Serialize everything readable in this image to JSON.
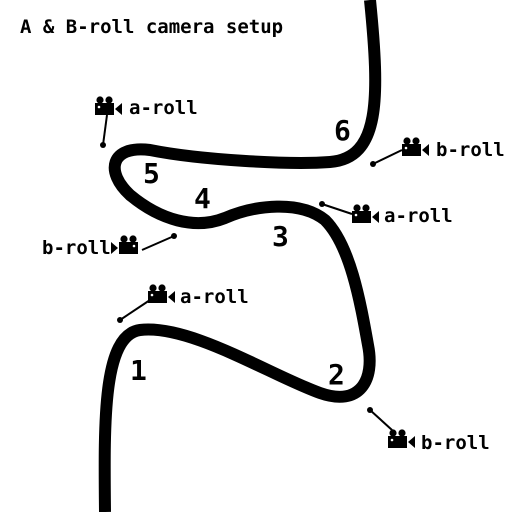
{
  "title": "A & B-roll camera setup",
  "colors": {
    "ink": "#000000",
    "paper": "#ffffff"
  },
  "icon": "movie-camera-icon",
  "positions": [
    "1",
    "2",
    "3",
    "4",
    "5",
    "6"
  ],
  "cameras": [
    {
      "id": "cam-a-1",
      "label": "a-roll"
    },
    {
      "id": "cam-a-2",
      "label": "a-roll"
    },
    {
      "id": "cam-a-3",
      "label": "a-roll"
    },
    {
      "id": "cam-b-1",
      "label": "b-roll"
    },
    {
      "id": "cam-b-2",
      "label": "b-roll"
    },
    {
      "id": "cam-b-3",
      "label": "b-roll"
    }
  ]
}
